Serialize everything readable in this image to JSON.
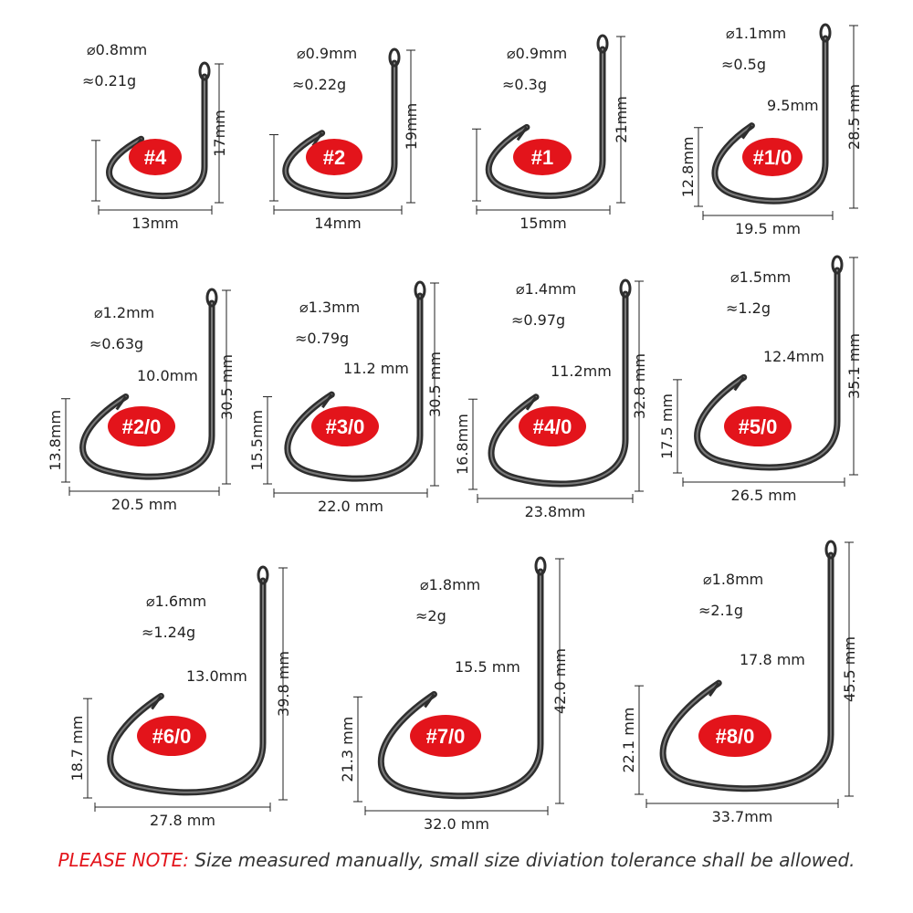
{
  "hooks": [
    {
      "size": "#4",
      "wire": "⌀0.8mm",
      "weight": "≈0.21g",
      "gap": "",
      "length": "17mm",
      "width": "13mm",
      "throat": ""
    },
    {
      "size": "#2",
      "wire": "⌀0.9mm",
      "weight": "≈0.22g",
      "gap": "",
      "length": "19mm",
      "width": "14mm",
      "throat": ""
    },
    {
      "size": "#1",
      "wire": "⌀0.9mm",
      "weight": "≈0.3g",
      "gap": "",
      "length": "21mm",
      "width": "15mm",
      "throat": ""
    },
    {
      "size": "#1/0",
      "wire": "⌀1.1mm",
      "weight": "≈0.5g",
      "gap": "9.5mm",
      "length": "28.5 mm",
      "width": "19.5 mm",
      "throat": "12.8mm"
    },
    {
      "size": "#2/0",
      "wire": "⌀1.2mm",
      "weight": "≈0.63g",
      "gap": "10.0mm",
      "length": "30.5 mm",
      "width": "20.5 mm",
      "throat": "13.8mm"
    },
    {
      "size": "#3/0",
      "wire": "⌀1.3mm",
      "weight": "≈0.79g",
      "gap": "11.2 mm",
      "length": "30.5 mm",
      "width": "22.0 mm",
      "throat": "15.5mm"
    },
    {
      "size": "#4/0",
      "wire": "⌀1.4mm",
      "weight": "≈0.97g",
      "gap": "11.2mm",
      "length": "32.8 mm",
      "width": "23.8mm",
      "throat": "16.8mm"
    },
    {
      "size": "#5/0",
      "wire": "⌀1.5mm",
      "weight": "≈1.2g",
      "gap": "12.4mm",
      "length": "35.1 mm",
      "width": "26.5 mm",
      "throat": "17.5 mm"
    },
    {
      "size": "#6/0",
      "wire": "⌀1.6mm",
      "weight": "≈1.24g",
      "gap": "13.0mm",
      "length": "39.8 mm",
      "width": "27.8 mm",
      "throat": "18.7 mm"
    },
    {
      "size": "#7/0",
      "wire": "⌀1.8mm",
      "weight": "≈2g",
      "gap": "15.5 mm",
      "length": "42.0 mm",
      "width": "32.0 mm",
      "throat": "21.3 mm"
    },
    {
      "size": "#8/0",
      "wire": "⌀1.8mm",
      "weight": "≈2.1g",
      "gap": "17.8 mm",
      "length": "45.5 mm",
      "width": "33.7mm",
      "throat": "22.1 mm"
    }
  ],
  "note": {
    "label": "PLEASE NOTE:",
    "text": "Size measured manually, small size diviation tolerance shall be allowed."
  },
  "colors": {
    "badge": "#e3141b",
    "hook": "#2e2e2e",
    "dim": "#222222",
    "note_label": "#e3141b"
  }
}
